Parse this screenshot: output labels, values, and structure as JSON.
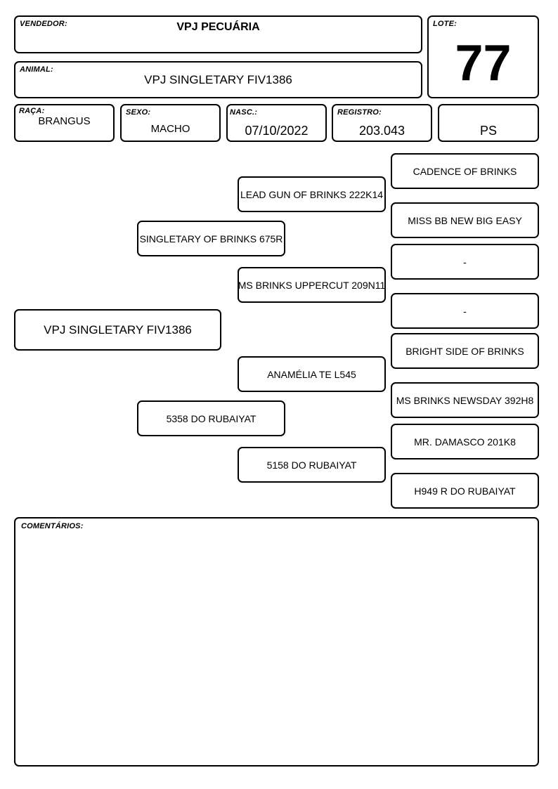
{
  "header": {
    "vendedor_label": "VENDEDOR:",
    "vendedor_value": "VPJ PECUÁRIA",
    "animal_label": "ANIMAL:",
    "animal_value": "VPJ SINGLETARY FIV1386",
    "lote_label": "LOTE:",
    "lote_value": "77"
  },
  "info": {
    "raca_label": "RAÇA:",
    "raca_value": "BRANGUS",
    "sexo_label": "SEXO:",
    "sexo_value": "MACHO",
    "nasc_label": "NASC.:",
    "nasc_value": "07/10/2022",
    "registro_label": "REGISTRO:",
    "registro_value": "203.043",
    "category_value": "PS"
  },
  "pedigree": {
    "animal": "VPJ SINGLETARY FIV1386",
    "sire": "SINGLETARY OF BRINKS 675R",
    "dam": "5358 DO RUBAIYAT",
    "sire_sire": "LEAD GUN OF BRINKS 222K14",
    "sire_dam": "MS BRINKS UPPERCUT 209N11",
    "dam_sire": "ANAMÉLIA TE L545",
    "dam_dam": "5158 DO RUBAIYAT",
    "ggp": [
      "CADENCE OF BRINKS",
      "MISS BB NEW BIG EASY",
      "-",
      "-",
      "BRIGHT SIDE OF BRINKS",
      "MS BRINKS NEWSDAY 392H8",
      "MR. DAMASCO 201K8",
      "H949 R DO RUBAIYAT"
    ]
  },
  "comments": {
    "label": "COMENTÁRIOS:"
  }
}
